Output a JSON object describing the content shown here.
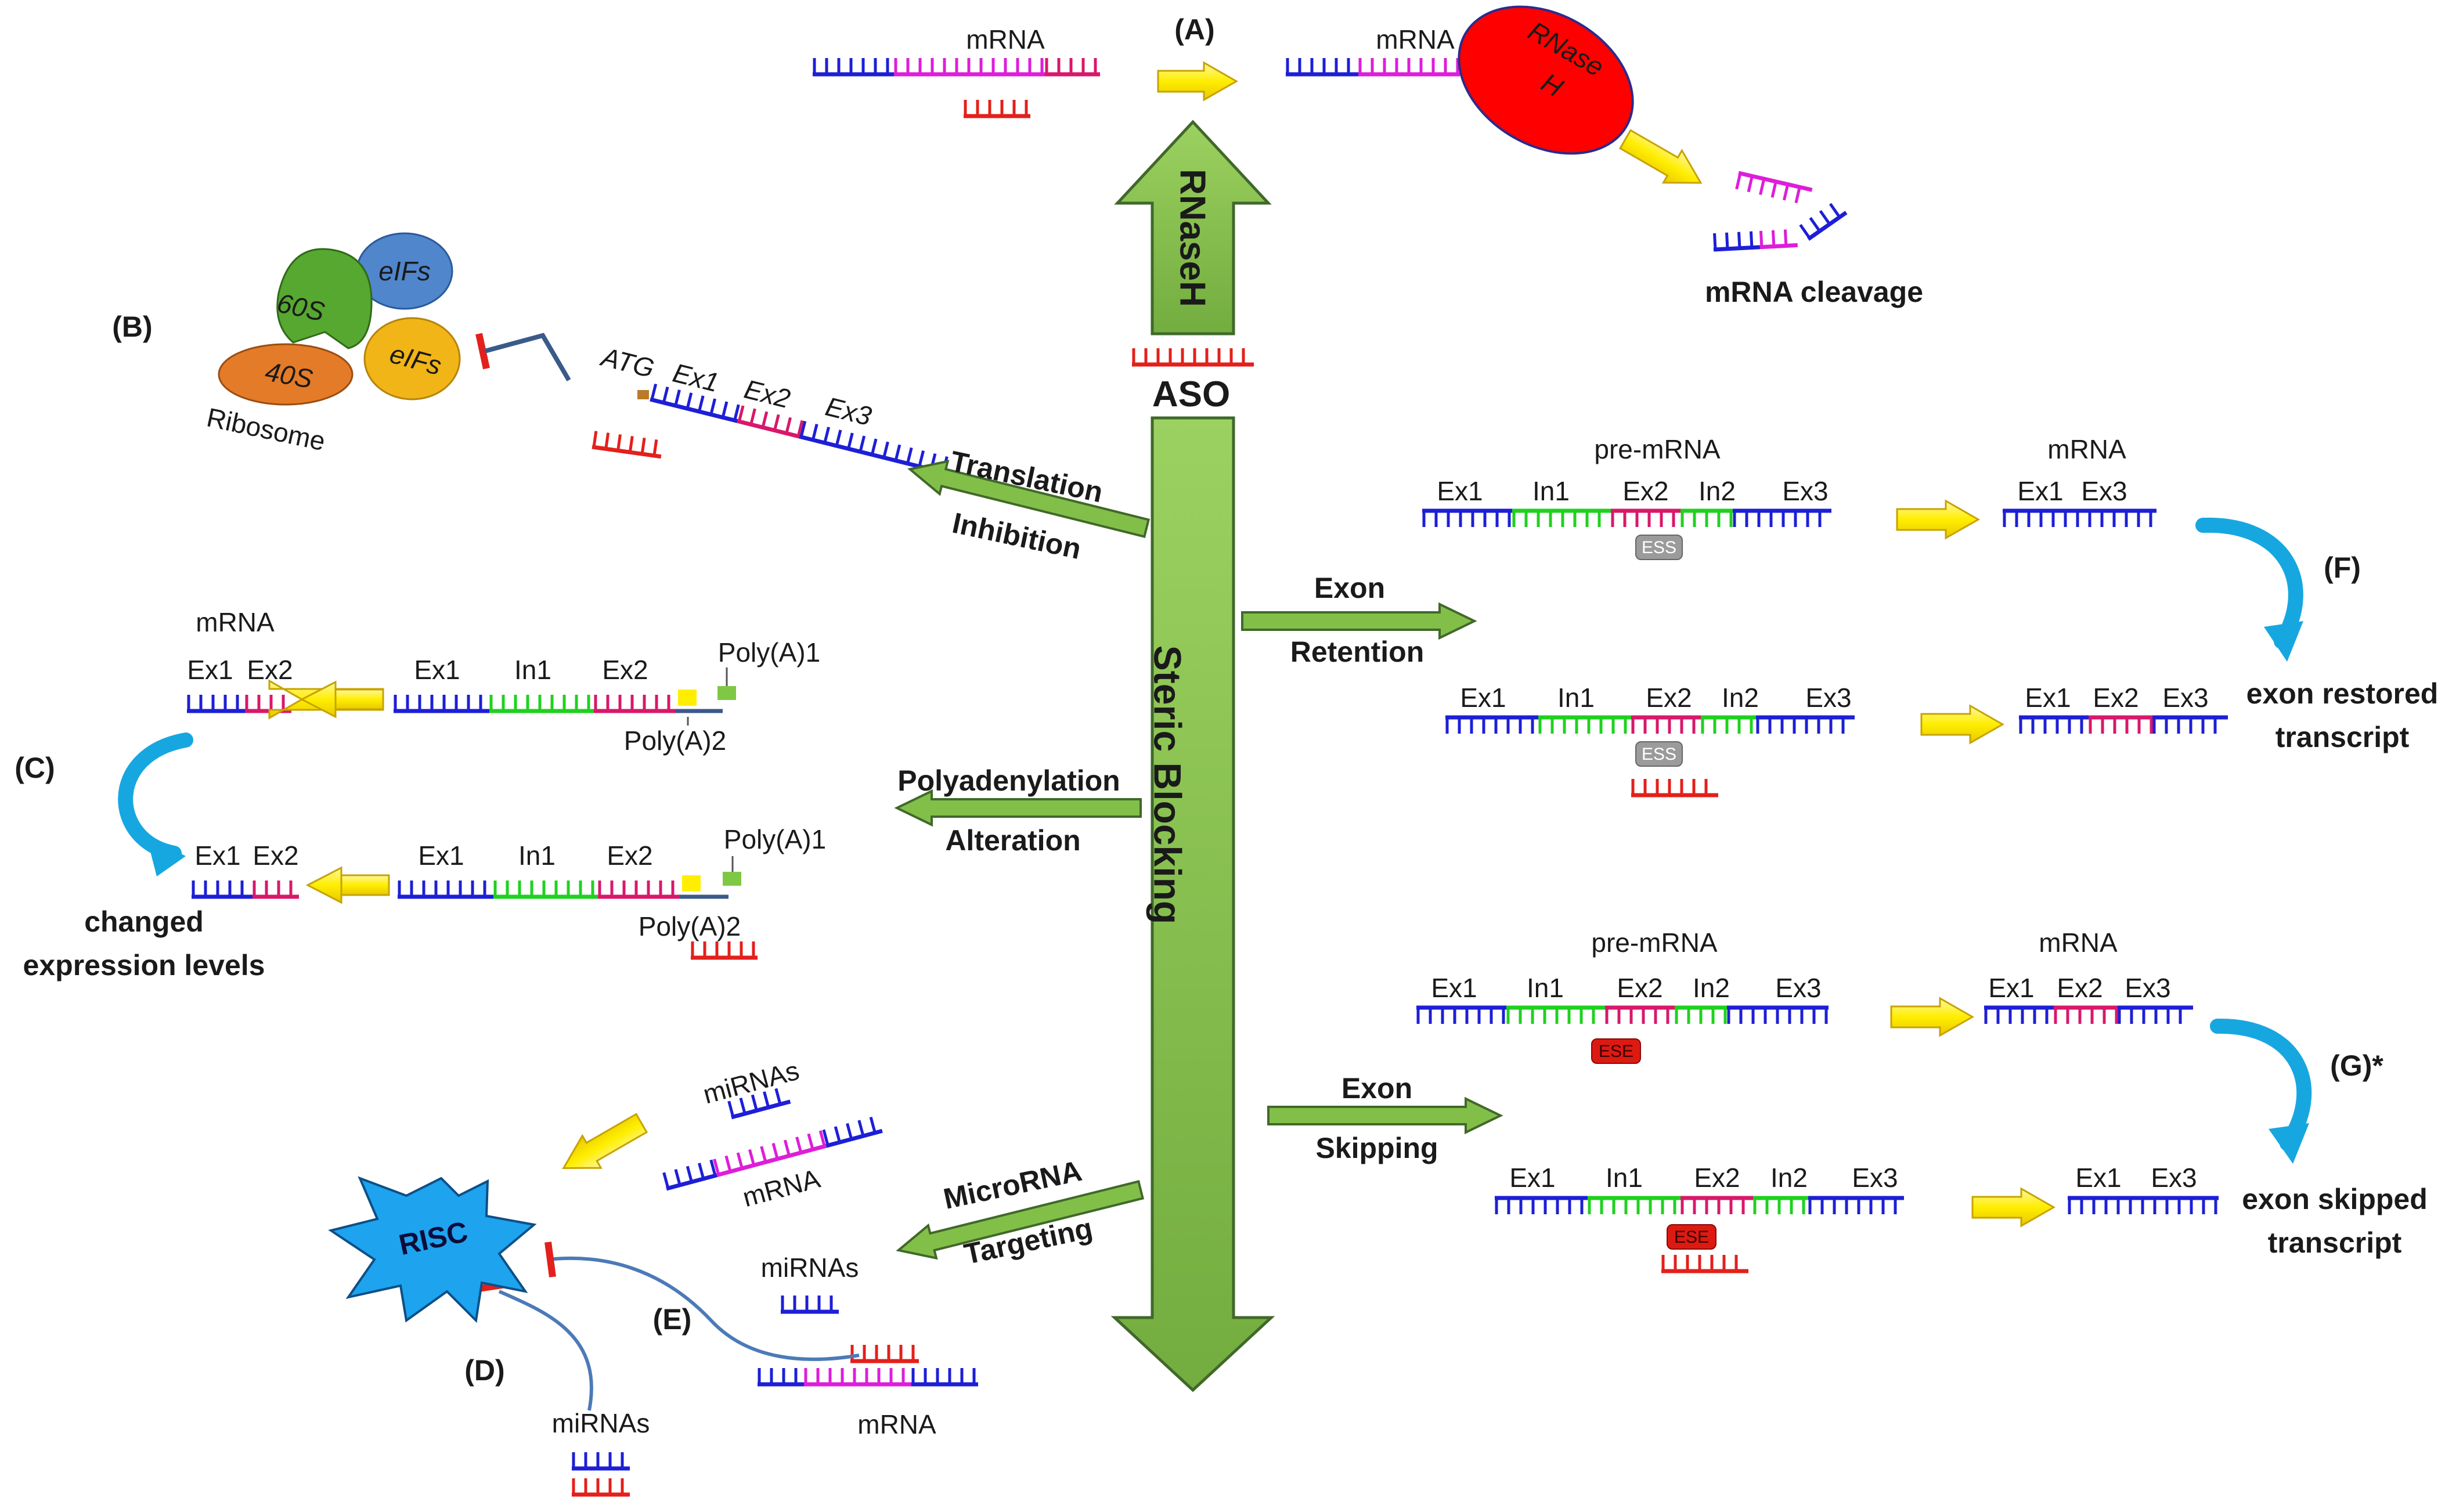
{
  "colors": {
    "blue": "#1d1fd6",
    "magenta": "#dd1ed9",
    "pink": "#d8186a",
    "green": "#1fd11f",
    "red": "#e3201b",
    "yellow": "#ffee00",
    "arrow_green": "#82bf49",
    "arrow_green_dark": "#5d8a33",
    "cyan": "#17a7e0",
    "risc": "#1ea3ee",
    "rnase": "#ff0000"
  },
  "center": {
    "aso_label": "ASO",
    "rnaseh_arrow_label": "RNaseH",
    "steric_blocking_label": "Steric Blocking"
  },
  "panel_a": {
    "tag": "(A)",
    "mrna_left": "mRNA",
    "mrna_right": "mRNA",
    "rnase_label_line1": "RNase",
    "rnase_label_line2": "H",
    "cleavage_label": "mRNA cleavage"
  },
  "panel_b": {
    "tag": "(B)",
    "eifs_top": "eIFs",
    "eifs_bottom": "eIFs",
    "sub_60s": "60S",
    "sub_40s": "40S",
    "ribosome": "Ribosome",
    "atg": "ATG",
    "ex1": "Ex1",
    "ex2": "Ex2",
    "ex3": "Ex3",
    "mechanism_line1": "Translation",
    "mechanism_line2": "Inhibition"
  },
  "panel_c": {
    "tag": "(C)",
    "mrna": "mRNA",
    "ex1": "Ex1",
    "ex2": "Ex2",
    "in1": "In1",
    "polya1": "Poly(A)1",
    "polya2": "Poly(A)2",
    "outcome_line1": "changed",
    "outcome_line2": "expression  levels",
    "mechanism_line1": "Polyadenylation",
    "mechanism_line2": "Alteration"
  },
  "panel_de": {
    "tag_d": "(D)",
    "tag_e": "(E)",
    "risc": "RISC",
    "mirnas": "miRNAs",
    "mrna": "mRNA",
    "mechanism_line1": "MicroRNA",
    "mechanism_line2": "Targeting"
  },
  "panel_f": {
    "tag": "(F)",
    "pre_mrna": "pre-mRNA",
    "mrna": "mRNA",
    "ex1": "Ex1",
    "in1": "In1",
    "ex2": "Ex2",
    "in2": "In2",
    "ex3": "Ex3",
    "ess": "ESS",
    "outcome_line1": "exon  restored",
    "outcome_line2": "transcript",
    "mechanism_line1": "Exon",
    "mechanism_line2": "Retention"
  },
  "panel_g": {
    "tag": "(G)*",
    "pre_mrna": "pre-mRNA",
    "mrna": "mRNA",
    "ex1": "Ex1",
    "in1": "In1",
    "ex2": "Ex2",
    "in2": "In2",
    "ex3": "Ex3",
    "ese": "ESE",
    "outcome_line1": "exon  skipped",
    "outcome_line2": "transcript",
    "mechanism_line1": "Exon",
    "mechanism_line2": "Skipping"
  }
}
